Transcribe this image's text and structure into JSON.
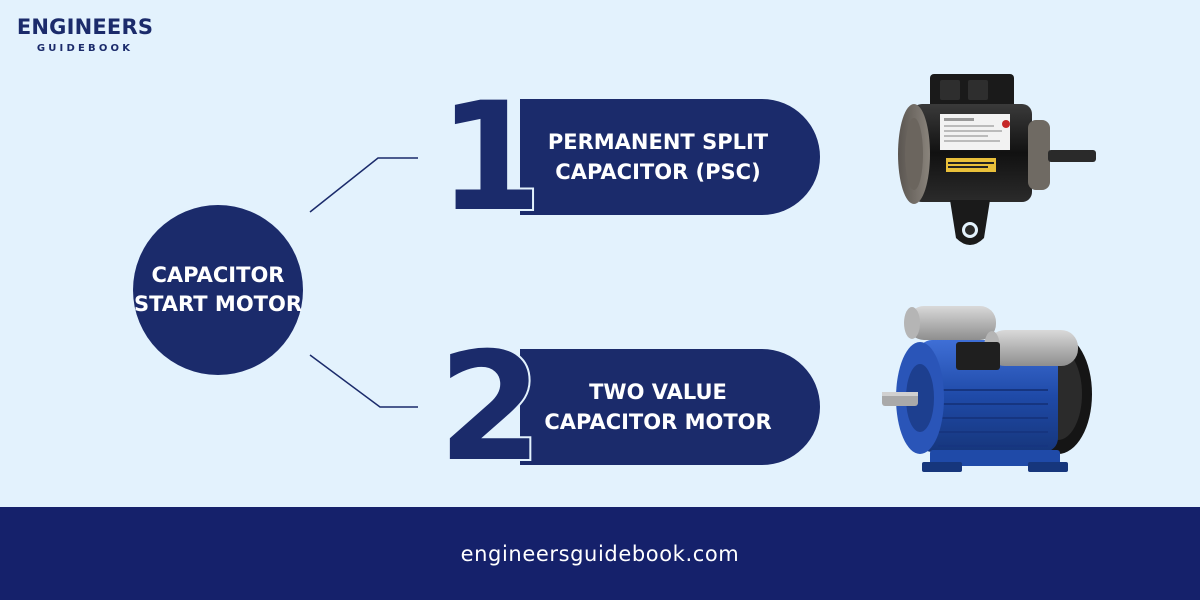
{
  "brand": {
    "name": "ENGINEERS",
    "tagline": "GUIDEBOOK"
  },
  "center": {
    "label_line1": "CAPACITOR",
    "label_line2": "START MOTOR"
  },
  "items": [
    {
      "number": "1",
      "line1": "PERMANENT SPLIT",
      "line2": "CAPACITOR (PSC)",
      "image_icon": "psc-motor-icon"
    },
    {
      "number": "2",
      "line1": "TWO VALUE",
      "line2": "CAPACITOR MOTOR",
      "image_icon": "two-value-capacitor-motor-icon"
    }
  ],
  "footer": {
    "url": "engineersguidebook.com"
  },
  "colors": {
    "background": "#e3f2fd",
    "navy": "#1b2b6b",
    "footer": "#15216b",
    "text_light": "#ffffff"
  }
}
